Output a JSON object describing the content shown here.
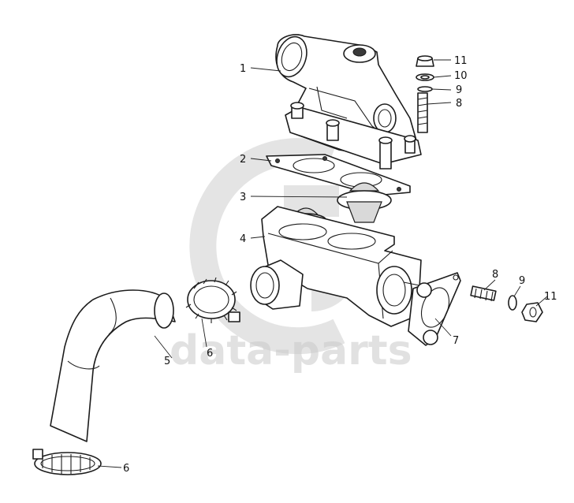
{
  "watermark": {
    "text": "data-parts",
    "color": "#c9c9c9"
  },
  "callouts": [
    {
      "id": "c1",
      "label": "1"
    },
    {
      "id": "c2",
      "label": "2"
    },
    {
      "id": "c3",
      "label": "3"
    },
    {
      "id": "c4",
      "label": "4"
    },
    {
      "id": "c5",
      "label": "5"
    },
    {
      "id": "c6a",
      "label": "6"
    },
    {
      "id": "c6b",
      "label": "6"
    },
    {
      "id": "c7",
      "label": "7"
    },
    {
      "id": "c8a",
      "label": "8"
    },
    {
      "id": "c8b",
      "label": "8"
    },
    {
      "id": "c9a",
      "label": "9"
    },
    {
      "id": "c9b",
      "label": "9"
    },
    {
      "id": "c10",
      "label": "10"
    },
    {
      "id": "c11a",
      "label": "11"
    },
    {
      "id": "c11b",
      "label": "11"
    }
  ]
}
